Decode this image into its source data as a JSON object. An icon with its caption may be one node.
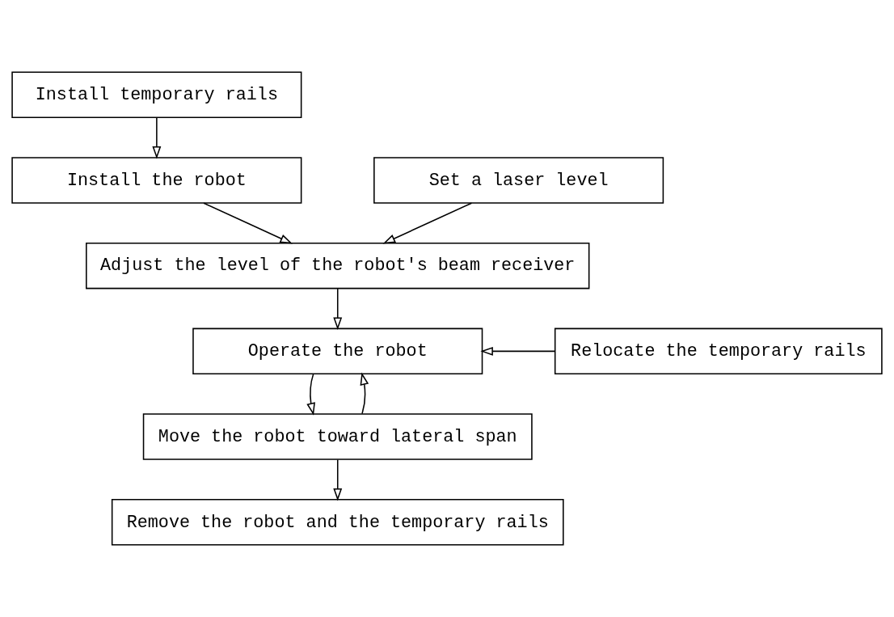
{
  "diagram": {
    "nodes": [
      {
        "text": [
          "Install temporary rails"
        ]
      },
      {
        "text": [
          "Install the robot"
        ]
      },
      {
        "text": [
          "Set a laser level"
        ]
      },
      {
        "text": [
          "Adjust the level of the robot's beam receiver"
        ]
      },
      {
        "text": [
          "Operate the robot"
        ]
      },
      {
        "text": [
          "Relocate the temporary rails"
        ]
      },
      {
        "text": [
          "Move the robot toward lateral span"
        ]
      },
      {
        "text": [
          "Remove the robot and the temporary rails"
        ]
      }
    ],
    "edges": [
      {
        "from": 0,
        "to": 1,
        "arrow": "to"
      },
      {
        "from": 1,
        "to": 3,
        "arrow": "to"
      },
      {
        "from": 2,
        "to": 3,
        "arrow": "to"
      },
      {
        "from": 3,
        "to": 4,
        "arrow": "to"
      },
      {
        "from": 5,
        "to": 4,
        "arrow": "to"
      },
      {
        "from": 4,
        "to": 6,
        "arrow": "to"
      },
      {
        "from": 6,
        "to": 4,
        "arrow": "to"
      },
      {
        "from": 6,
        "to": 7,
        "arrow": "to"
      }
    ]
  }
}
